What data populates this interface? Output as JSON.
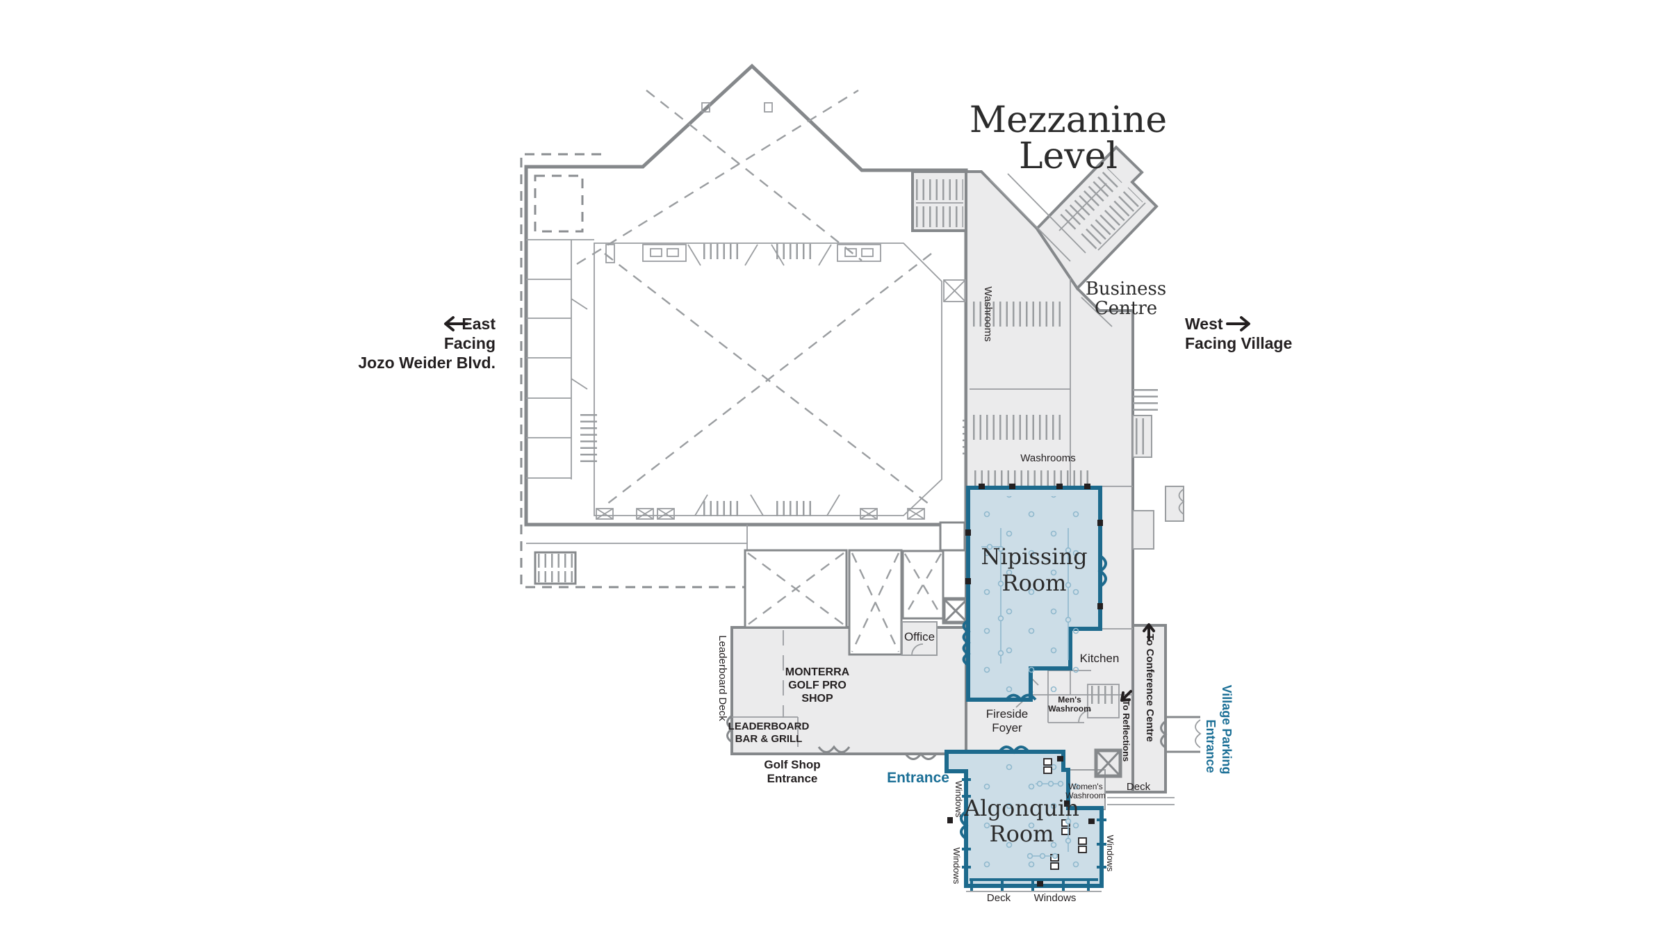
{
  "title": {
    "line1": "Mezzanine",
    "line2": "Level"
  },
  "directions": {
    "east_line1": "East",
    "east_line2": "Facing",
    "east_line3": "Jozo Weider Blvd.",
    "west_line1": "West",
    "west_line2": "Facing Village"
  },
  "labels": {
    "business_centre_1": "Business",
    "business_centre_2": "Centre",
    "washrooms_upper": "Washrooms",
    "washrooms_mid": "Washrooms",
    "nipissing_1": "Nipissing",
    "nipissing_2": "Room",
    "algonquin_1": "Algonquin",
    "algonquin_2": "Room",
    "office": "Office",
    "monterra_1": "MONTERRA",
    "monterra_2": "GOLF PRO",
    "monterra_3": "SHOP",
    "leaderboard_1": "LEADERBOARD",
    "leaderboard_2": "BAR & GRILL",
    "leaderboard_deck": "Leaderboard Deck",
    "golf_entrance_1": "Golf Shop",
    "golf_entrance_2": "Entrance",
    "fireside_1": "Fireside",
    "fireside_2": "Foyer",
    "kitchen": "Kitchen",
    "mens_washroom_1": "Men's",
    "mens_washroom_2": "Washroom",
    "womens_washroom_1": "Women's",
    "womens_washroom_2": "Washroom",
    "to_conference": "To Conference Centre",
    "to_reflections": "To Reflections",
    "village_parking_1": "Village Parking",
    "village_parking_2": "Entrance",
    "entrance": "Entrance",
    "deck_right": "Deck",
    "deck_bottom": "Deck",
    "windows_left_upper": "Windows",
    "windows_left_lower": "Windows",
    "windows_right": "Windows",
    "windows_bottom": "Windows"
  },
  "colors": {
    "highlight_room_fill": "#ccdde7",
    "highlight_room_border": "#1d6a8d",
    "accent_text_blue": "#1b6f96",
    "wall_gray": "#85888b",
    "area_fill_gray": "#ebebec",
    "ink": "#2b2b2b"
  }
}
